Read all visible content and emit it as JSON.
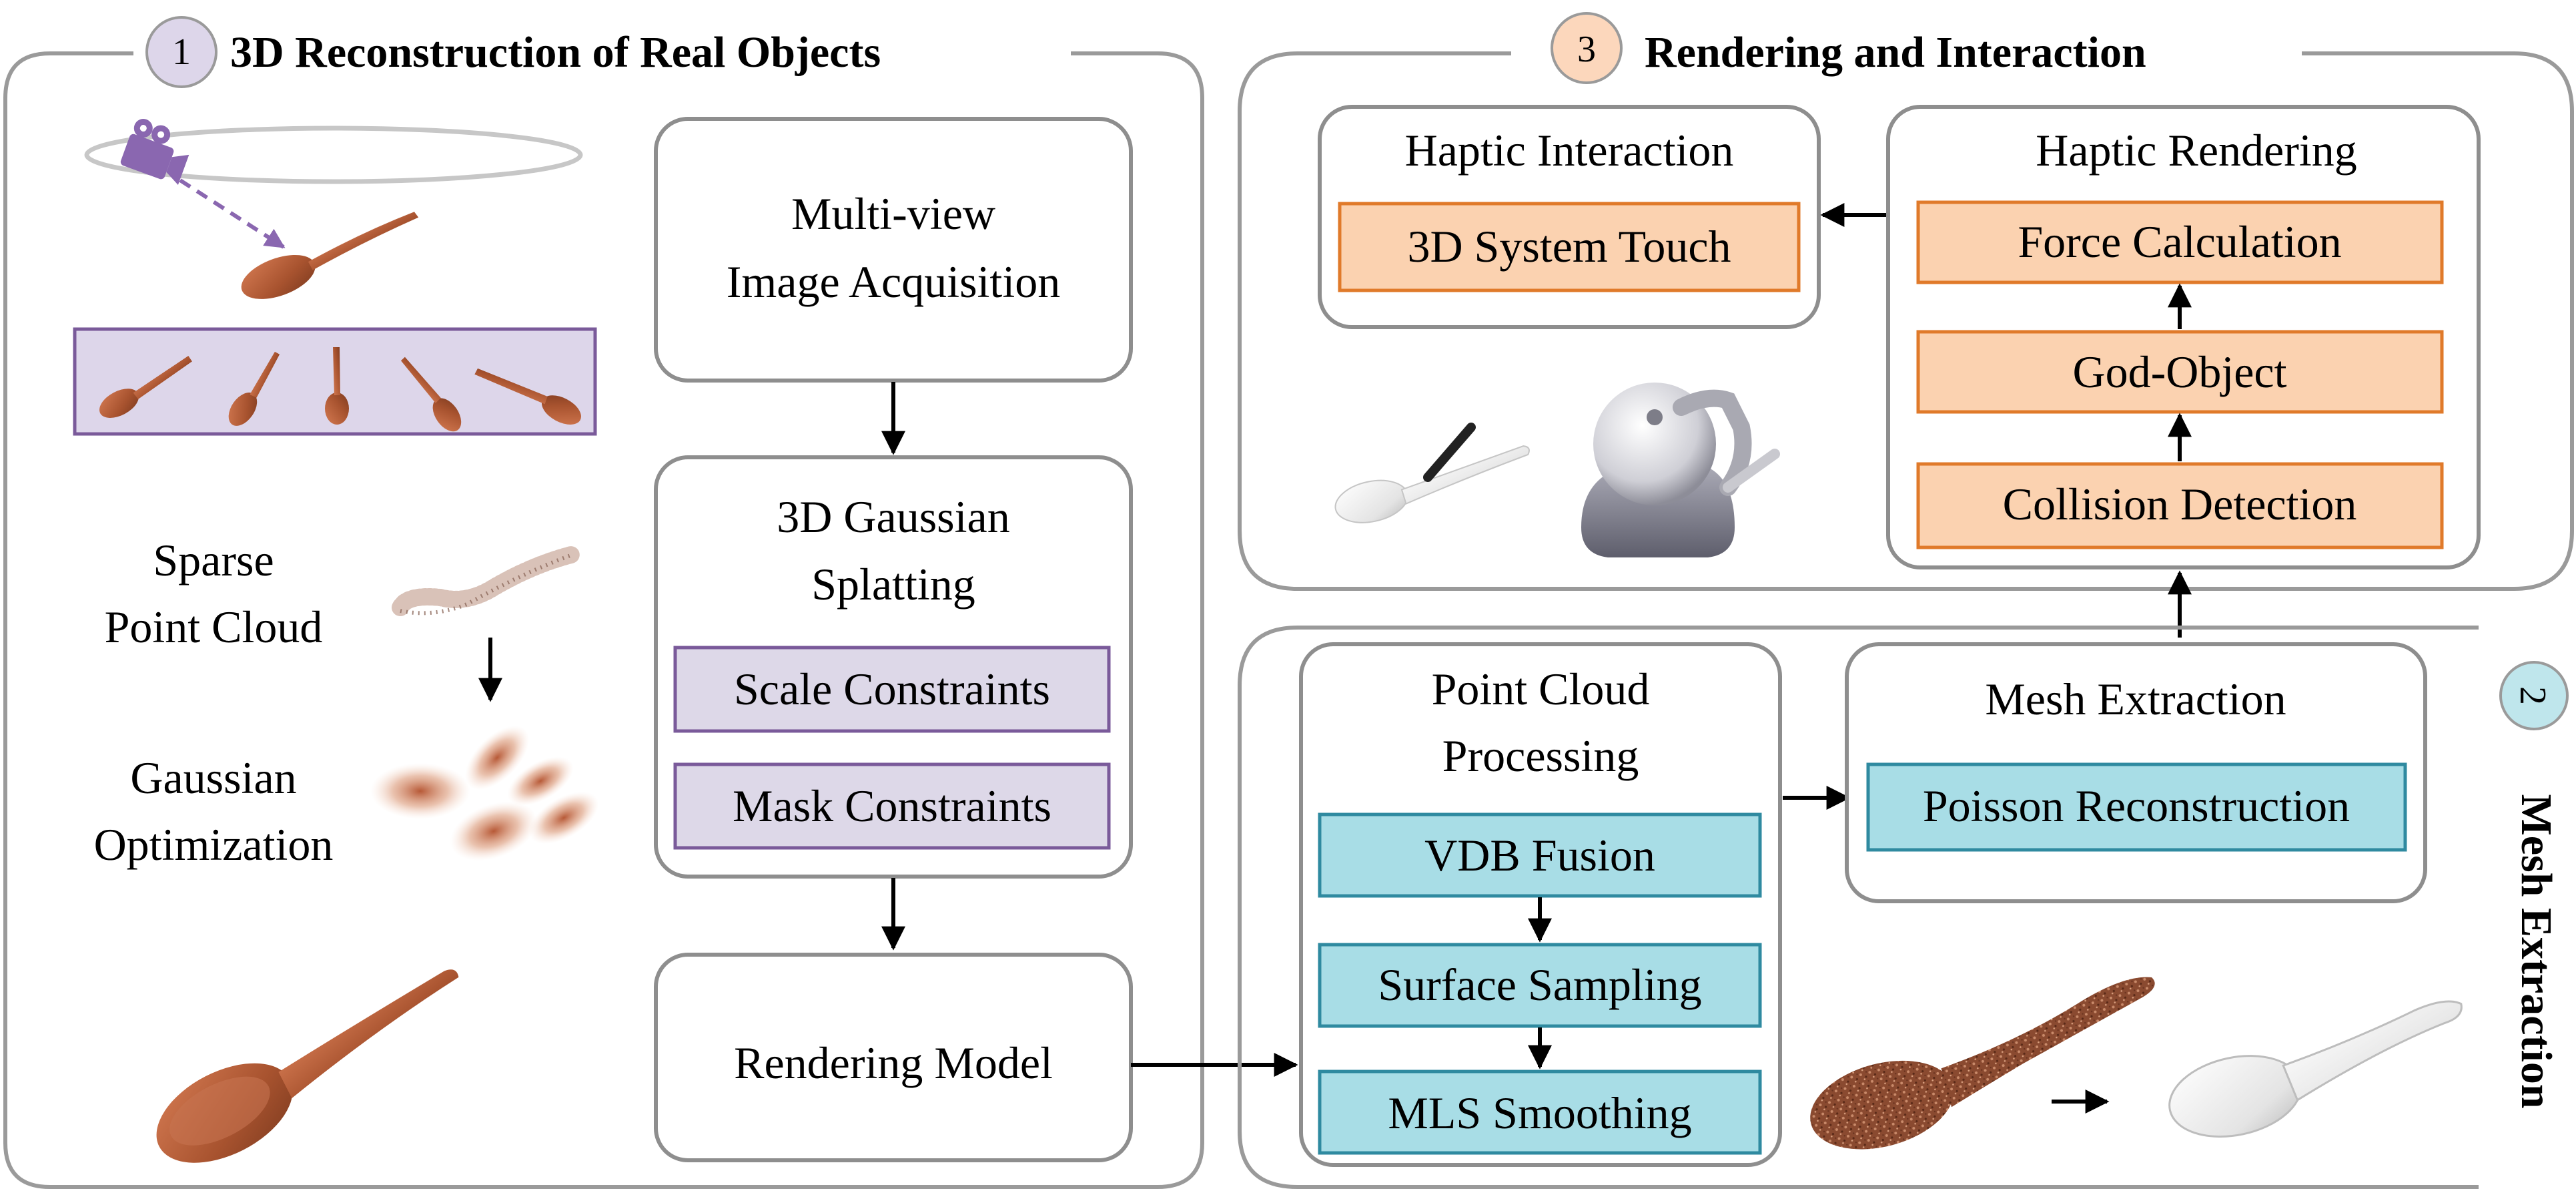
{
  "colors": {
    "panel_border": "#9a9a9a",
    "box_border": "#8e8e8e",
    "purple_fill": "#ddd8e8",
    "purple_border": "#7a5a9a",
    "orange_fill": "#fbd2b0",
    "orange_border": "#e07a2a",
    "teal_fill": "#a8dde6",
    "teal_border": "#2f8aa0",
    "badge_purple": "#ddd6ea",
    "badge_orange": "#fcd7bc",
    "badge_teal": "#bfe6ec",
    "spoon": "#b8623c",
    "camera": "#8a67b0"
  },
  "section1": {
    "number": "1",
    "title": "3D Reconstruction of Real Objects",
    "left_labels": {
      "sparse_line1": "Sparse",
      "sparse_line2": "Point Cloud",
      "gauss_line1": "Gaussian",
      "gauss_line2": "Optimization"
    },
    "box_acquisition": {
      "line1": "Multi-view",
      "line2": "Image Acquisition"
    },
    "box_gs": {
      "line1": "3D Gaussian",
      "line2": "Splatting",
      "chip1": "Scale Constraints",
      "chip2": "Mask Constraints"
    },
    "box_render_model": "Rendering Model"
  },
  "section2": {
    "number": "2",
    "title": "Mesh Extraction",
    "box_pcp": {
      "line1": "Point Cloud",
      "line2": "Processing",
      "chip1": "VDB Fusion",
      "chip2": "Surface Sampling",
      "chip3": "MLS Smoothing"
    },
    "box_mesh": {
      "title": "Mesh Extraction",
      "chip": "Poisson Reconstruction"
    }
  },
  "section3": {
    "number": "3",
    "title": "Rendering and Interaction",
    "box_interaction": {
      "title": "Haptic Interaction",
      "chip": "3D System Touch"
    },
    "box_rendering": {
      "title": "Haptic Rendering",
      "chip1": "Force Calculation",
      "chip2": "God-Object",
      "chip3": "Collision Detection"
    }
  }
}
